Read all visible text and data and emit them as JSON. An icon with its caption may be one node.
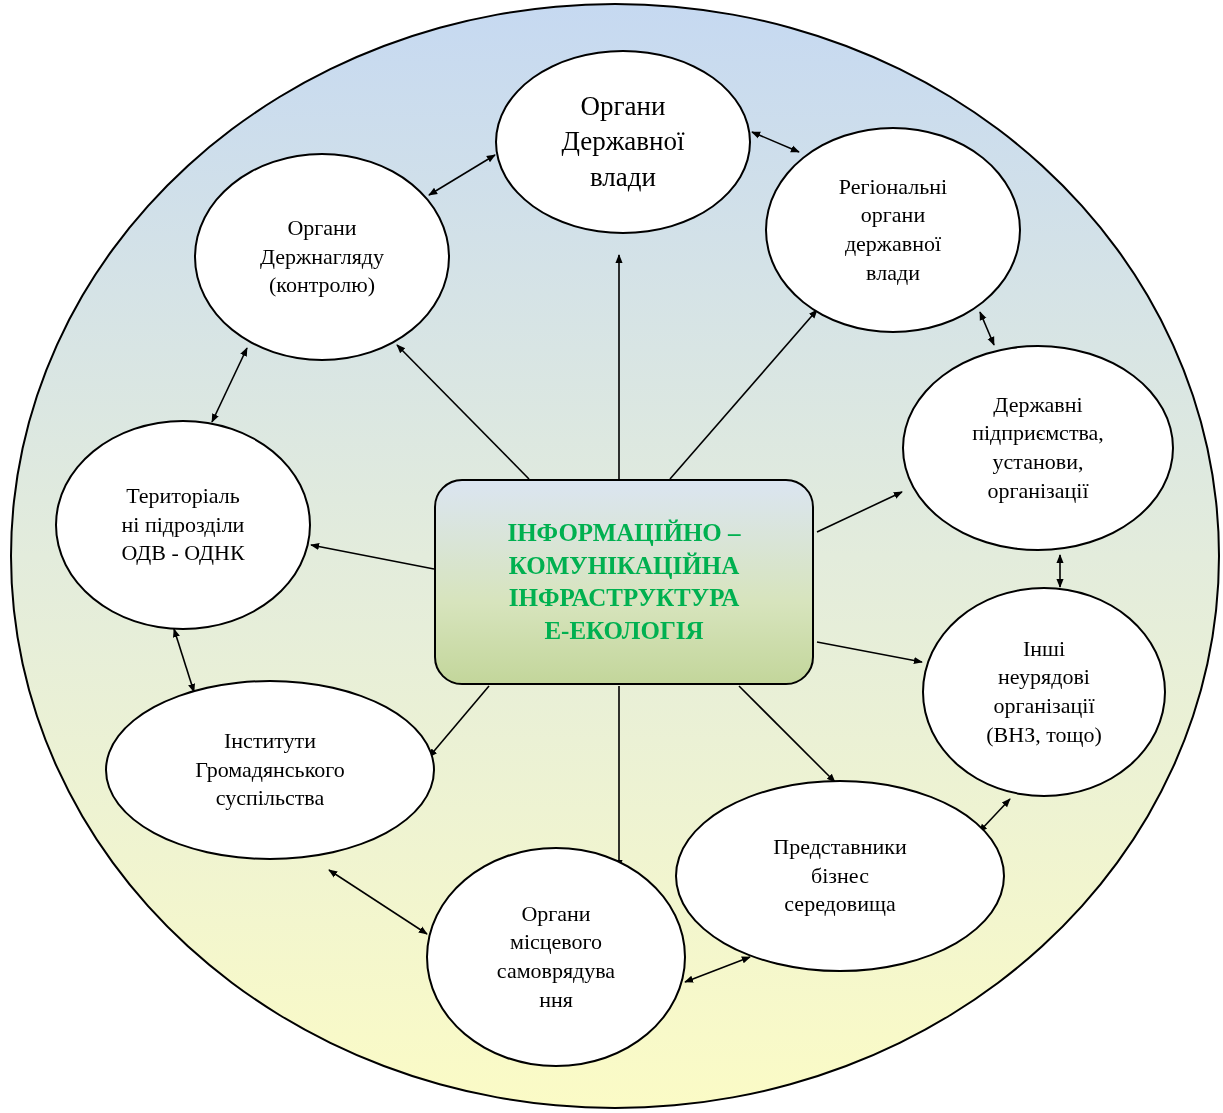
{
  "diagram": {
    "nodes": [
      {
        "text": [],
        "shape": "circle"
      },
      {
        "text": [
          "Органи Державної влади"
        ],
        "in": 0
      },
      {
        "text": [
          "Органи Держнагляду (контролю)"
        ],
        "in": 0
      },
      {
        "text": [
          "Регіональні органи державної влади"
        ],
        "in": 0
      },
      {
        "text": [
          "Державні підприємства, установи, організації"
        ],
        "in": 0
      },
      {
        "text": [
          "Територіаль ні підрозділи ОДВ - ОДНК"
        ],
        "in": 0
      },
      {
        "text": [
          "ІНФОРМАЦІЙНО – КОМУНІКАЦІЙНА ІНФРАСТРУКТУРА Е-ЕКОЛОГІЯ"
        ],
        "in": 0
      },
      {
        "text": [
          "Інші неурядові організації (ВНЗ, тощо)"
        ],
        "in": 0
      },
      {
        "text": [
          "Інститути Громадянського суспільства"
        ],
        "in": 0
      },
      {
        "text": [
          "Представники бізнес середовища"
        ],
        "in": 0
      },
      {
        "text": [
          "Органи місцевого самоврядува ння"
        ],
        "in": 0
      }
    ],
    "edges": [
      {
        "from": 6,
        "to": 1,
        "arrow": "to"
      },
      {
        "from": 6,
        "to": 2,
        "arrow": "to"
      },
      {
        "from": 6,
        "to": 3,
        "arrow": "to"
      },
      {
        "from": 6,
        "to": 4,
        "arrow": "to"
      },
      {
        "from": 6,
        "to": 5,
        "arrow": "to"
      },
      {
        "from": 6,
        "to": 7,
        "arrow": "to"
      },
      {
        "from": 6,
        "to": 8,
        "arrow": "to"
      },
      {
        "from": 6,
        "to": 9,
        "arrow": "to"
      },
      {
        "from": 6,
        "to": 10,
        "arrow": "to"
      },
      {
        "from": 2,
        "to": 1,
        "arrow": "both"
      },
      {
        "from": 1,
        "to": 3,
        "arrow": "both"
      },
      {
        "from": 3,
        "to": 4,
        "arrow": "both"
      },
      {
        "from": 4,
        "to": 7,
        "arrow": "both"
      },
      {
        "from": 7,
        "to": 9,
        "arrow": "both"
      },
      {
        "from": 9,
        "to": 10,
        "arrow": "both"
      },
      {
        "from": 10,
        "to": 8,
        "arrow": "both"
      },
      {
        "from": 8,
        "to": 5,
        "arrow": "both"
      },
      {
        "from": 5,
        "to": 2,
        "arrow": "both"
      }
    ]
  }
}
